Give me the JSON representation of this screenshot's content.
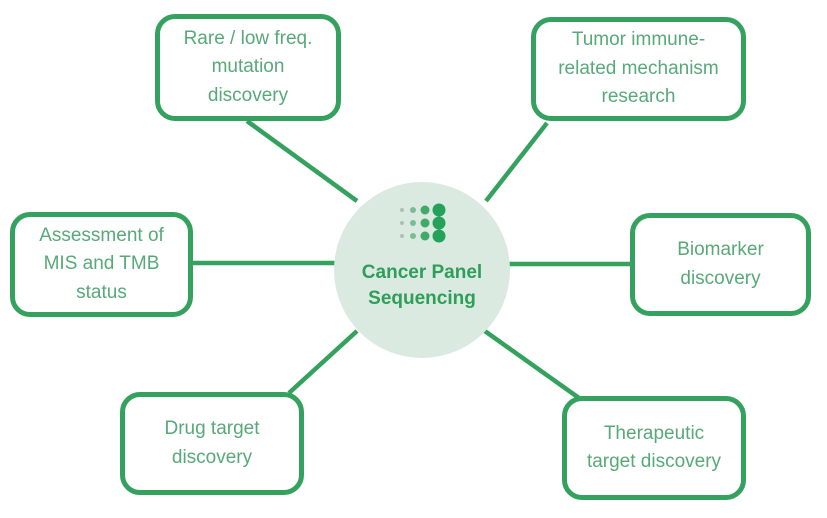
{
  "diagram": {
    "center": {
      "label": "Cancer Panel Sequencing",
      "icon": "dot-grid-icon"
    },
    "nodes": [
      {
        "id": "rare-low-freq-mutation-discovery",
        "label": "Rare / low freq. mutation discovery"
      },
      {
        "id": "tumor-immune-related-mechanism-research",
        "label": "Tumor immune-related mechanism research"
      },
      {
        "id": "assessment-of-mis-and-tmb-status",
        "label": "Assessment of MIS and TMB status"
      },
      {
        "id": "biomarker-discovery",
        "label": "Biomarker discovery"
      },
      {
        "id": "drug-target-discovery",
        "label": "Drug target discovery"
      },
      {
        "id": "therapeutic-target-discovery",
        "label": "Therapeutic target discovery"
      }
    ]
  },
  "colors": {
    "accent": "#34a25e",
    "box_text": "#58a97a",
    "center_text": "#2e9e58",
    "center_fill": "#daeae1",
    "background": "#ffffff",
    "dot_col_1": "#a9c2b2",
    "dot_col_2": "#79bd95",
    "dot_col_3": "#41a96a",
    "dot_col_4": "#24a259"
  }
}
